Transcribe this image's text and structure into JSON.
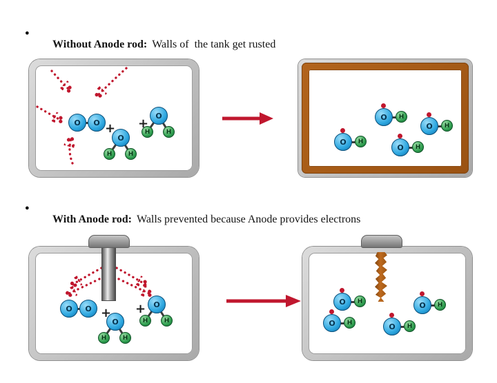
{
  "colors": {
    "accent_red": "#c0172e",
    "oxygen_blue": "#2da7e0",
    "hydrogen_green": "#2f9e4f",
    "rust_brown": "#b2641c",
    "tank_gray": "#c6c6c6"
  },
  "sections": [
    {
      "bullet": "●",
      "title_bold": "Without Anode rod:",
      "title_rest": "Walls of  the tank get rusted"
    },
    {
      "bullet": "●",
      "title_bold": "With Anode rod:",
      "title_rest": "Walls prevented because Anode provides electrons"
    }
  ],
  "atoms": {
    "oxygen": "O",
    "hydrogen": "H"
  },
  "symbols": {
    "plus": "+"
  }
}
